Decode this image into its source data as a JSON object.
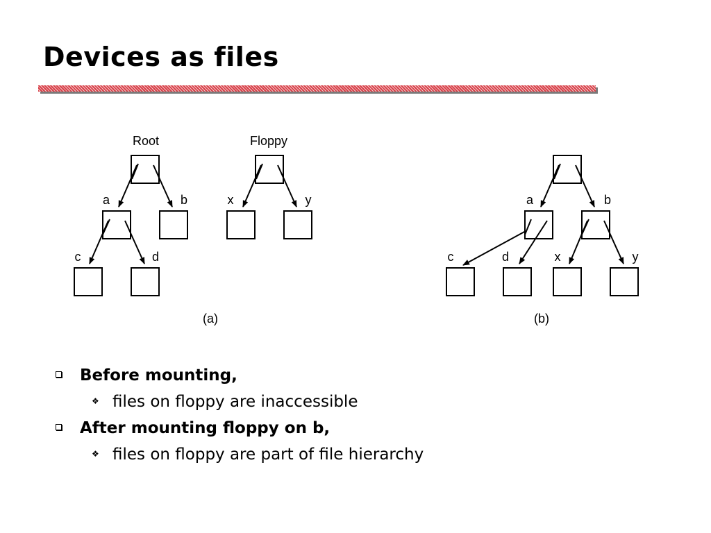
{
  "slide": {
    "title": "Devices as files"
  },
  "figure": {
    "a": {
      "caption": "(a)",
      "root_label": "Root",
      "floppy_label": "Floppy",
      "labels": {
        "a": "a",
        "b": "b",
        "c": "c",
        "d": "d",
        "x": "x",
        "y": "y"
      }
    },
    "b": {
      "caption": "(b)",
      "labels": {
        "a": "a",
        "b": "b",
        "c": "c",
        "d": "d",
        "x": "x",
        "y": "y"
      }
    }
  },
  "bullets": [
    {
      "text": "Before mounting,",
      "sub": [
        "files on floppy are inaccessible"
      ]
    },
    {
      "text": "After mounting floppy on b,",
      "sub": [
        "files on floppy are part of file hierarchy"
      ]
    }
  ]
}
